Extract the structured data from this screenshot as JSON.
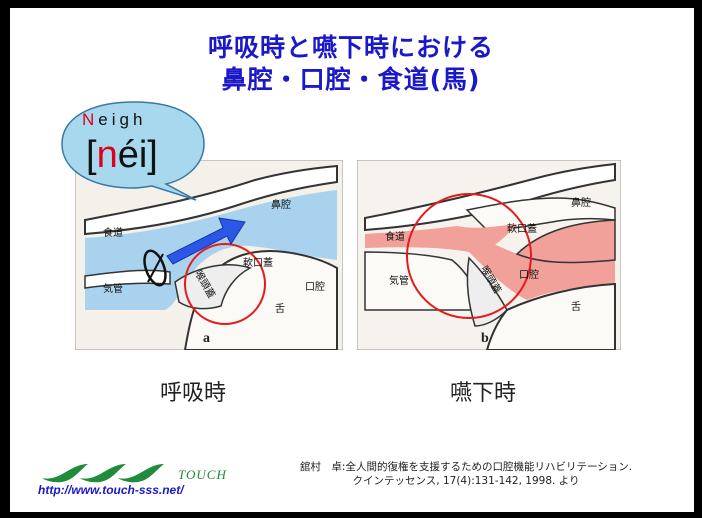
{
  "title": {
    "line1": "呼吸時と嚥下時における",
    "line2": "鼻腔・口腔・食道(馬)"
  },
  "callout": {
    "word_first": "N",
    "word_rest": "eigh",
    "ipa_open": "[",
    "ipa_n": "n",
    "ipa_rest": "éi]"
  },
  "panel_a": {
    "letter": "a",
    "labels": {
      "bikou": "鼻腔",
      "shokudou": "食道",
      "nankougai": "軟口蓋",
      "kikan": "気管",
      "koutougai": "喉頭蓋",
      "koukou": "口腔",
      "shita": "舌"
    },
    "caption": "呼吸時"
  },
  "panel_b": {
    "letter": "b",
    "labels": {
      "bikou": "鼻腔",
      "shokudou": "食道",
      "nankougai": "軟口蓋",
      "kikan": "気管",
      "koutougai": "喉頭蓋",
      "koukou": "口腔",
      "shita": "舌"
    },
    "caption": "嚥下時"
  },
  "credit": {
    "line1": "舘村　卓:全人間的復権を支援するための口腔機能リハビリテーション.",
    "line2": "クインテッセンス, 17(4):131-142, 1998. より"
  },
  "logo": {
    "name": "TOUCH",
    "url": "http://www.touch-sss.net/"
  },
  "colors": {
    "title": "#1a18c8",
    "airway": "#a9d2ee",
    "swallow": "#f2a09a",
    "circle": "#e21c1c",
    "arrow": "#2c57e6",
    "bubble": "#a8d8ee"
  }
}
